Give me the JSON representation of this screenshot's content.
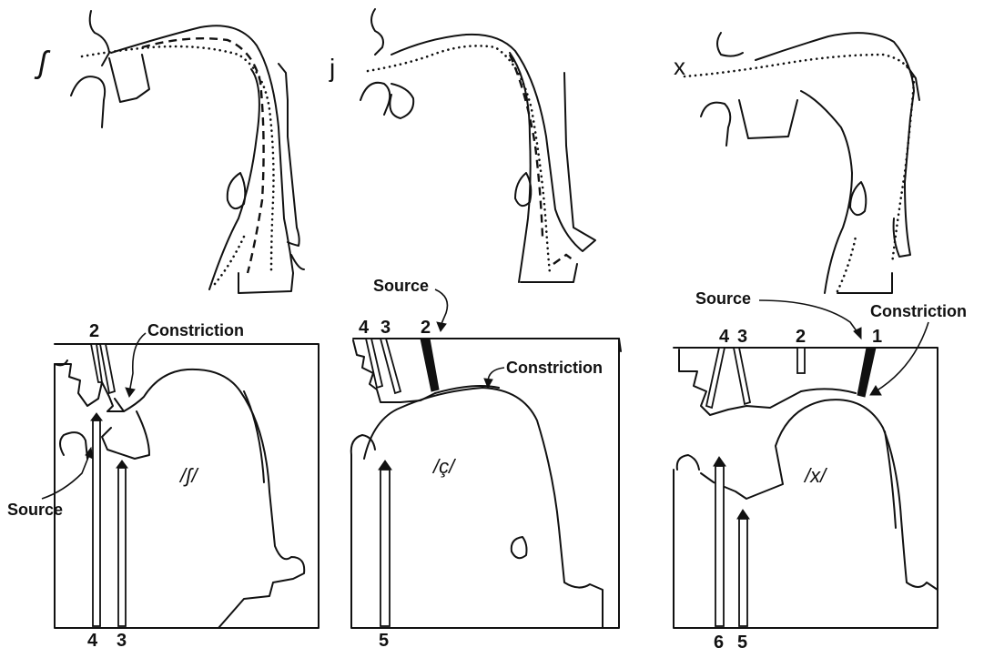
{
  "top_panels": [
    {
      "symbol": "ʃ"
    },
    {
      "symbol": "j"
    },
    {
      "symbol": "x"
    }
  ],
  "bottom_panels": [
    {
      "phoneme": "/ʃ/",
      "source_label": "Source",
      "constriction_label": "Constriction",
      "top_probe_numbers": [
        "2"
      ],
      "bottom_probe_numbers": [
        "4",
        "3"
      ]
    },
    {
      "phoneme": "/ç/",
      "source_label": "Source",
      "constriction_label": "Constriction",
      "top_probe_numbers": [
        "4",
        "3",
        "2"
      ],
      "bottom_probe_numbers": [
        "5"
      ]
    },
    {
      "phoneme": "/x/",
      "source_label": "Source",
      "constriction_label": "Constriction",
      "top_probe_numbers": [
        "4",
        "3",
        "2",
        "1"
      ],
      "bottom_probe_numbers": [
        "6",
        "5"
      ]
    }
  ]
}
